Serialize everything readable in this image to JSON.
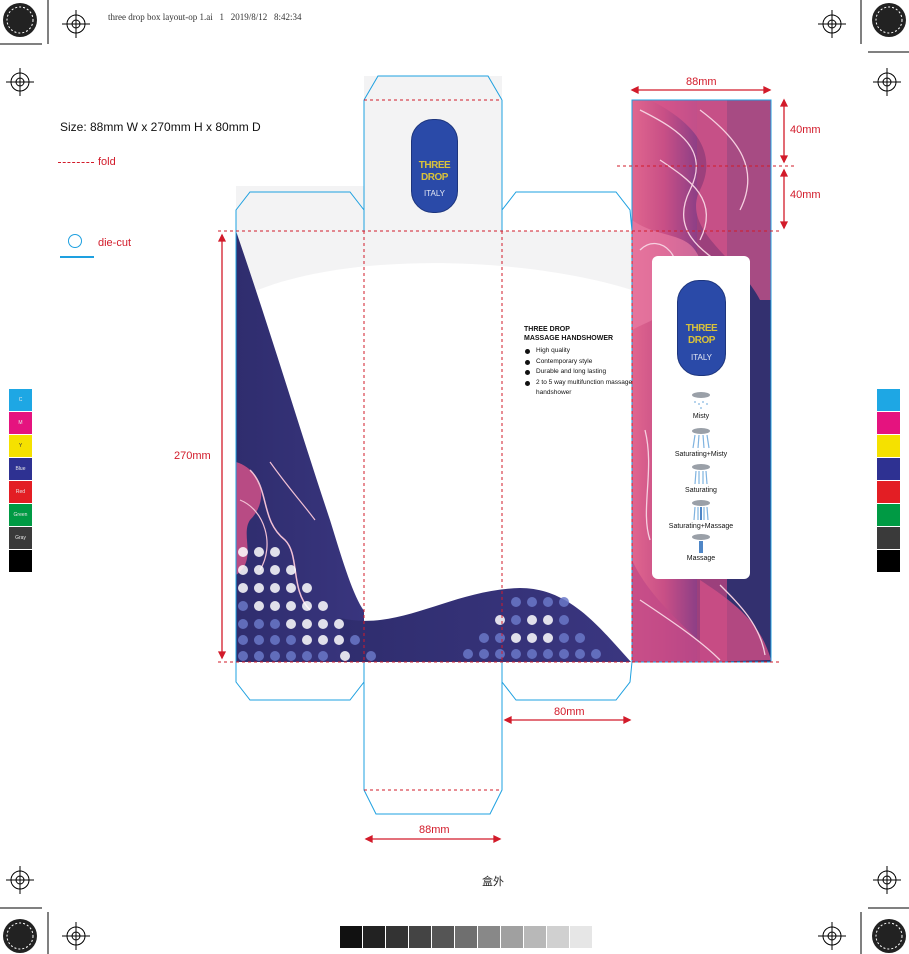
{
  "header": {
    "slug": "three drop box layout-op 1.ai   1   2019/8/12   8:42:34"
  },
  "legend": {
    "size": "Size: 88mm W x 270mm H x 80mm D",
    "fold": "fold",
    "diecut": "die-cut"
  },
  "dimensions": {
    "top_width": "88mm",
    "upper_height": "40mm",
    "lower_height": "40mm",
    "height": "270mm",
    "depth": "80mm",
    "bottom_width": "88mm"
  },
  "back_panel": {
    "title_line1": "THREE DROP",
    "title_line2": "MASSAGE HANDSHOWER",
    "features": [
      "High quality",
      "Contemporary style",
      "Durable and long lasting",
      "2 to 5 way multifunction massage handshower"
    ]
  },
  "logo": {
    "brand_line1": "THREE",
    "brand_line2": "DROP",
    "country": "ITALY"
  },
  "spray_modes": [
    "Misty",
    "Saturating+Misty",
    "Saturating",
    "Saturating+Massage",
    "Massage"
  ],
  "color_bar": [
    {
      "label": "C",
      "color": "#1ea7e4"
    },
    {
      "label": "M",
      "color": "#e5137f"
    },
    {
      "label": "Y",
      "color": "#f5e100"
    },
    {
      "label": "Blue",
      "color": "#2e3192"
    },
    {
      "label": "Red",
      "color": "#e31e24"
    },
    {
      "label": "Green",
      "color": "#009a44"
    },
    {
      "label": "Gray",
      "color": "#3a3a3a"
    },
    {
      "label": "",
      "color": "#000000"
    }
  ],
  "gray_ramp": [
    "#111111",
    "#222222",
    "#333333",
    "#444444",
    "#555555",
    "#6f6f6f",
    "#888888",
    "#a0a0a0",
    "#b8b8b8",
    "#d0d0d0",
    "#e6e6e6"
  ],
  "footer": {
    "label": "盒外"
  },
  "colors": {
    "navy": "#2f2d6e",
    "pink": "#d8507f",
    "fold_red": "#d21b2a",
    "diecut_blue": "#1ea0e0"
  }
}
